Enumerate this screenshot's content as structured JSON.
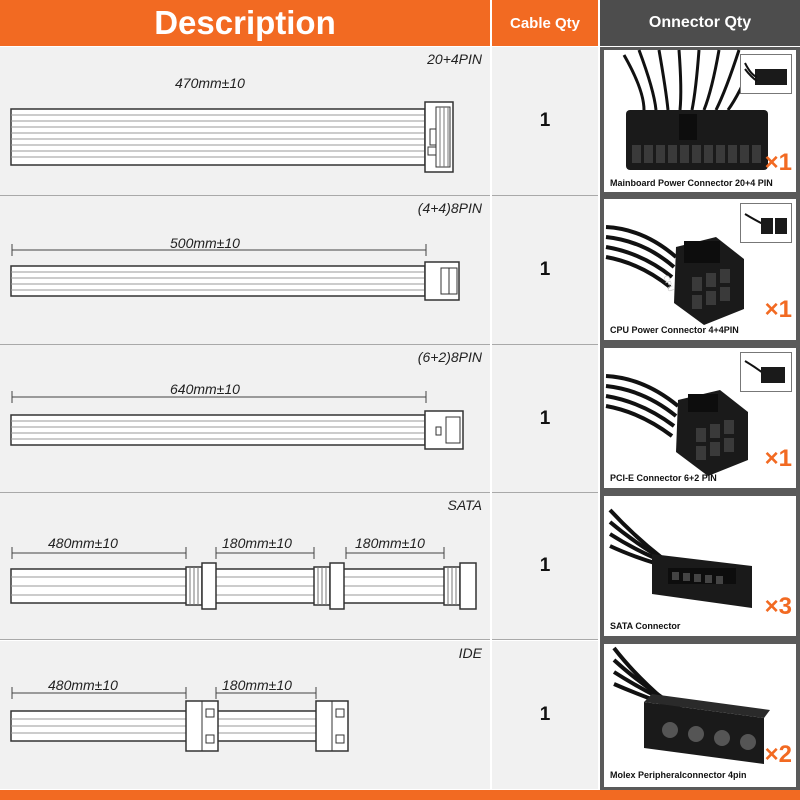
{
  "header": {
    "description": "Description",
    "cable_qty": "Cable Qty",
    "connector_qty": "Onnector Qty"
  },
  "rows": [
    {
      "type": "20+4PIN",
      "dims": [
        "470mm±10"
      ],
      "cable_qty": "1",
      "connector_name": "Mainboard Power Connector 20+4 PIN",
      "multiplier": "×1",
      "connector_icon": "atx-24pin-connector-icon"
    },
    {
      "type": "(4+4)8PIN",
      "dims": [
        "500mm±10"
      ],
      "cable_qty": "1",
      "connector_name": "CPU Power Connector 4+4PIN",
      "multiplier": "×1",
      "connector_icon": "cpu-8pin-connector-icon",
      "connector_mark": "CPU"
    },
    {
      "type": "(6+2)8PIN",
      "dims": [
        "640mm±10"
      ],
      "cable_qty": "1",
      "connector_name": "PCI-E Connector 6+2 PIN",
      "multiplier": "×1",
      "connector_icon": "pcie-8pin-connector-icon"
    },
    {
      "type": "SATA",
      "dims": [
        "480mm±10",
        "180mm±10",
        "180mm±10"
      ],
      "cable_qty": "1",
      "connector_name": "SATA Connector",
      "multiplier": "×3",
      "connector_icon": "sata-connector-icon"
    },
    {
      "type": "IDE",
      "dims": [
        "480mm±10",
        "180mm±10"
      ],
      "cable_qty": "1",
      "connector_name": "Molex Peripheralconnector 4pin",
      "multiplier": "×2",
      "connector_icon": "molex-connector-icon"
    }
  ],
  "colors": {
    "accent": "#f26a22",
    "dark_header": "#4d4d4d",
    "row_bg": "#f1f1f1"
  }
}
